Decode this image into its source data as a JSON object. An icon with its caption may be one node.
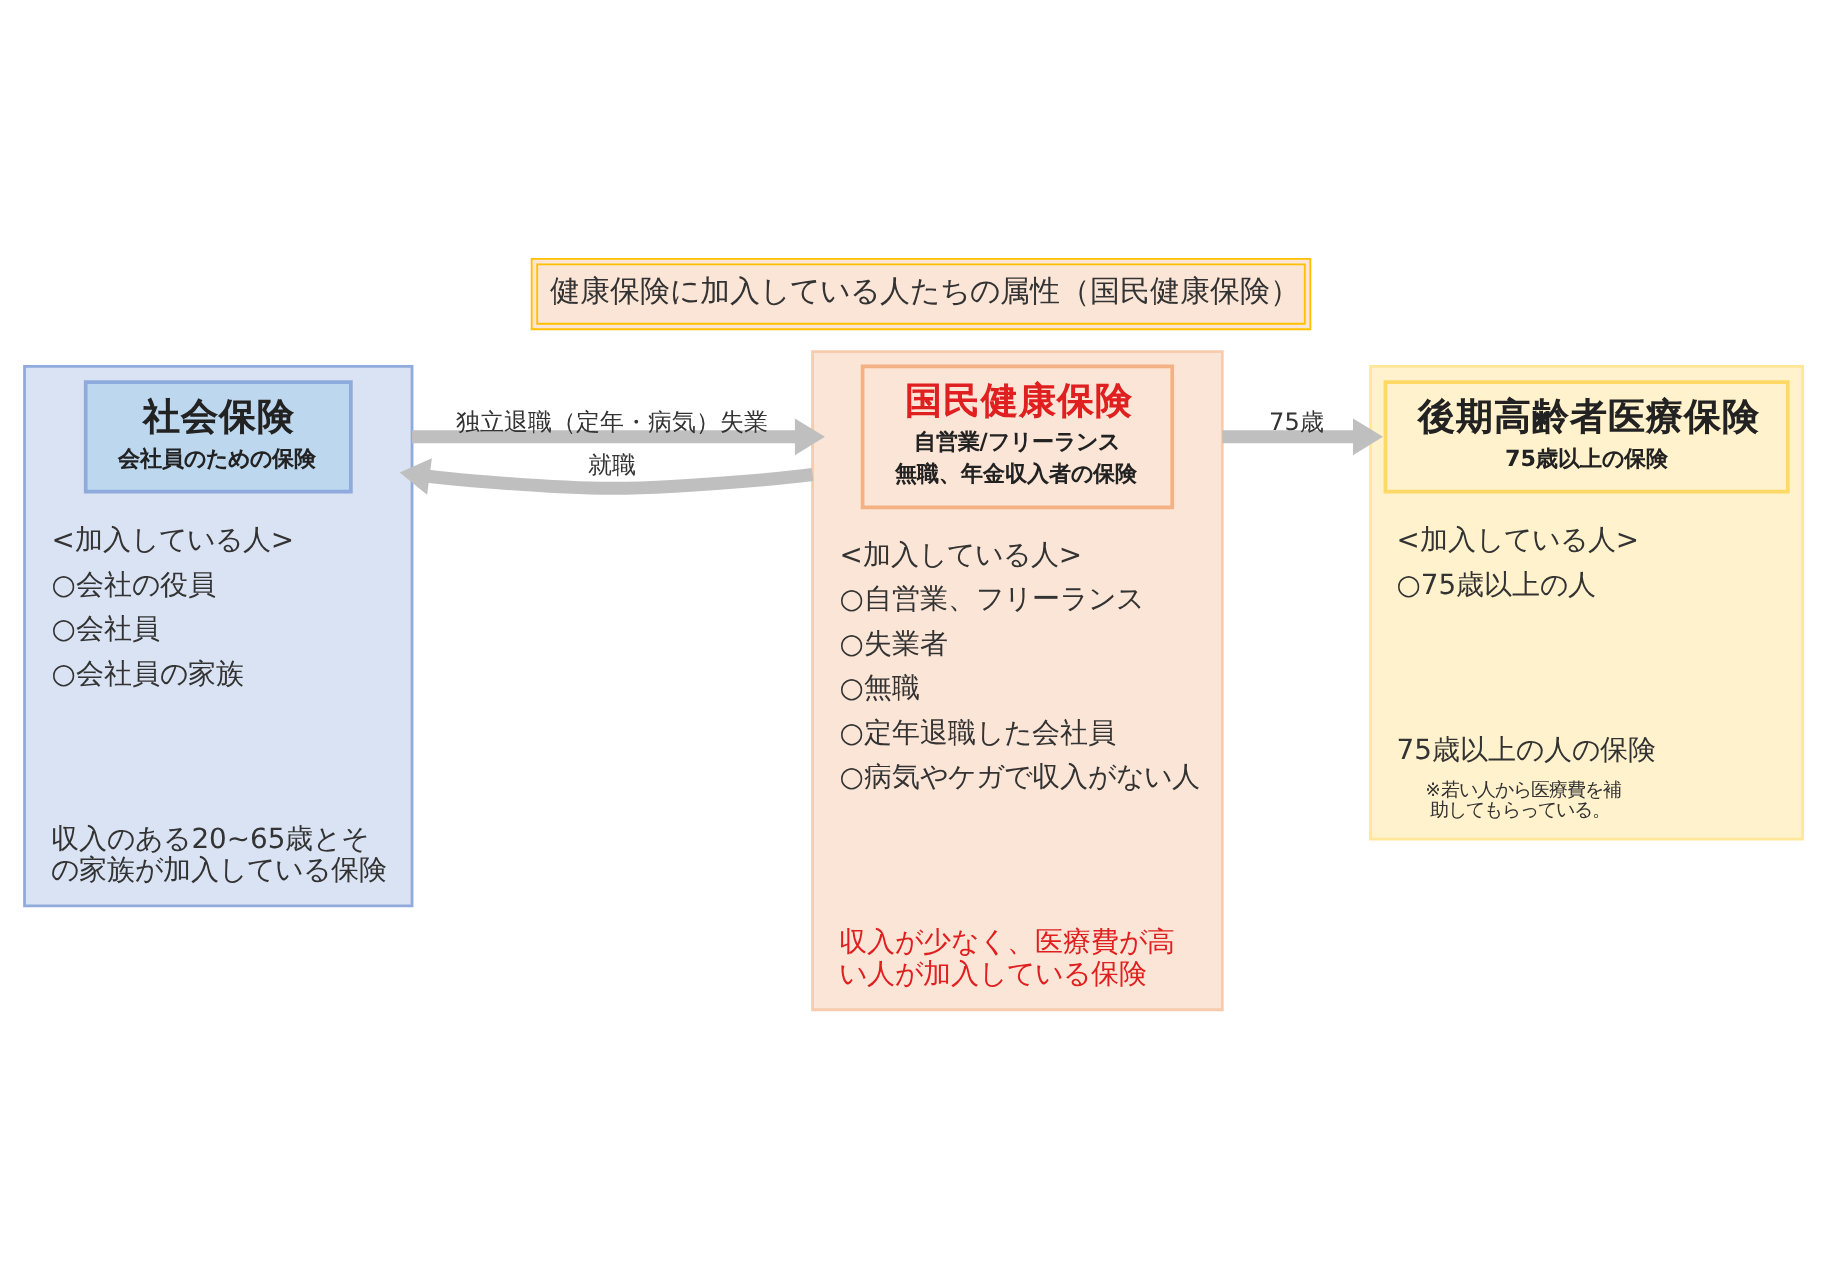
{
  "diagram": {
    "title": "健康保険に加入している人たちの属性（国民健康保険）",
    "nodes": [
      {
        "text": [
          "<加入している人>",
          "○会社の役員",
          "○会社員",
          "○会社員の家族",
          "収入のある20~65歳とその家族が加入している保険"
        ]
      },
      {
        "text": [
          "社会保険",
          "会社員のための保険"
        ],
        "in": 0
      },
      {
        "text": [
          "<加入している人>",
          "○自営業、フリーランス",
          "○失業者",
          "○無職",
          "○定年退職した会社員",
          "○病気やケガで収入がない人",
          "収入が少なく、医療費が高い人が加入している保険"
        ]
      },
      {
        "text": [
          "国民健康保険",
          "自営業/フリーランス",
          "無職、年金収入者の保険"
        ],
        "in": 2
      },
      {
        "text": [
          "<加入している人>",
          "○75歳以上の人",
          "75歳以上の人の保険",
          "※若い人から医療費を補助してもらっている。"
        ]
      },
      {
        "text": [
          "後期高齢者医療保険",
          "75歳以上の保険"
        ],
        "in": 4
      }
    ],
    "edges": [
      {
        "from": 0,
        "to": 2,
        "arrow": "to",
        "label": "独立退職（定年・病気）失業"
      },
      {
        "from": 2,
        "to": 0,
        "arrow": "to",
        "label": "就職"
      },
      {
        "from": 2,
        "to": 4,
        "arrow": "to",
        "label": "75歳"
      }
    ]
  }
}
